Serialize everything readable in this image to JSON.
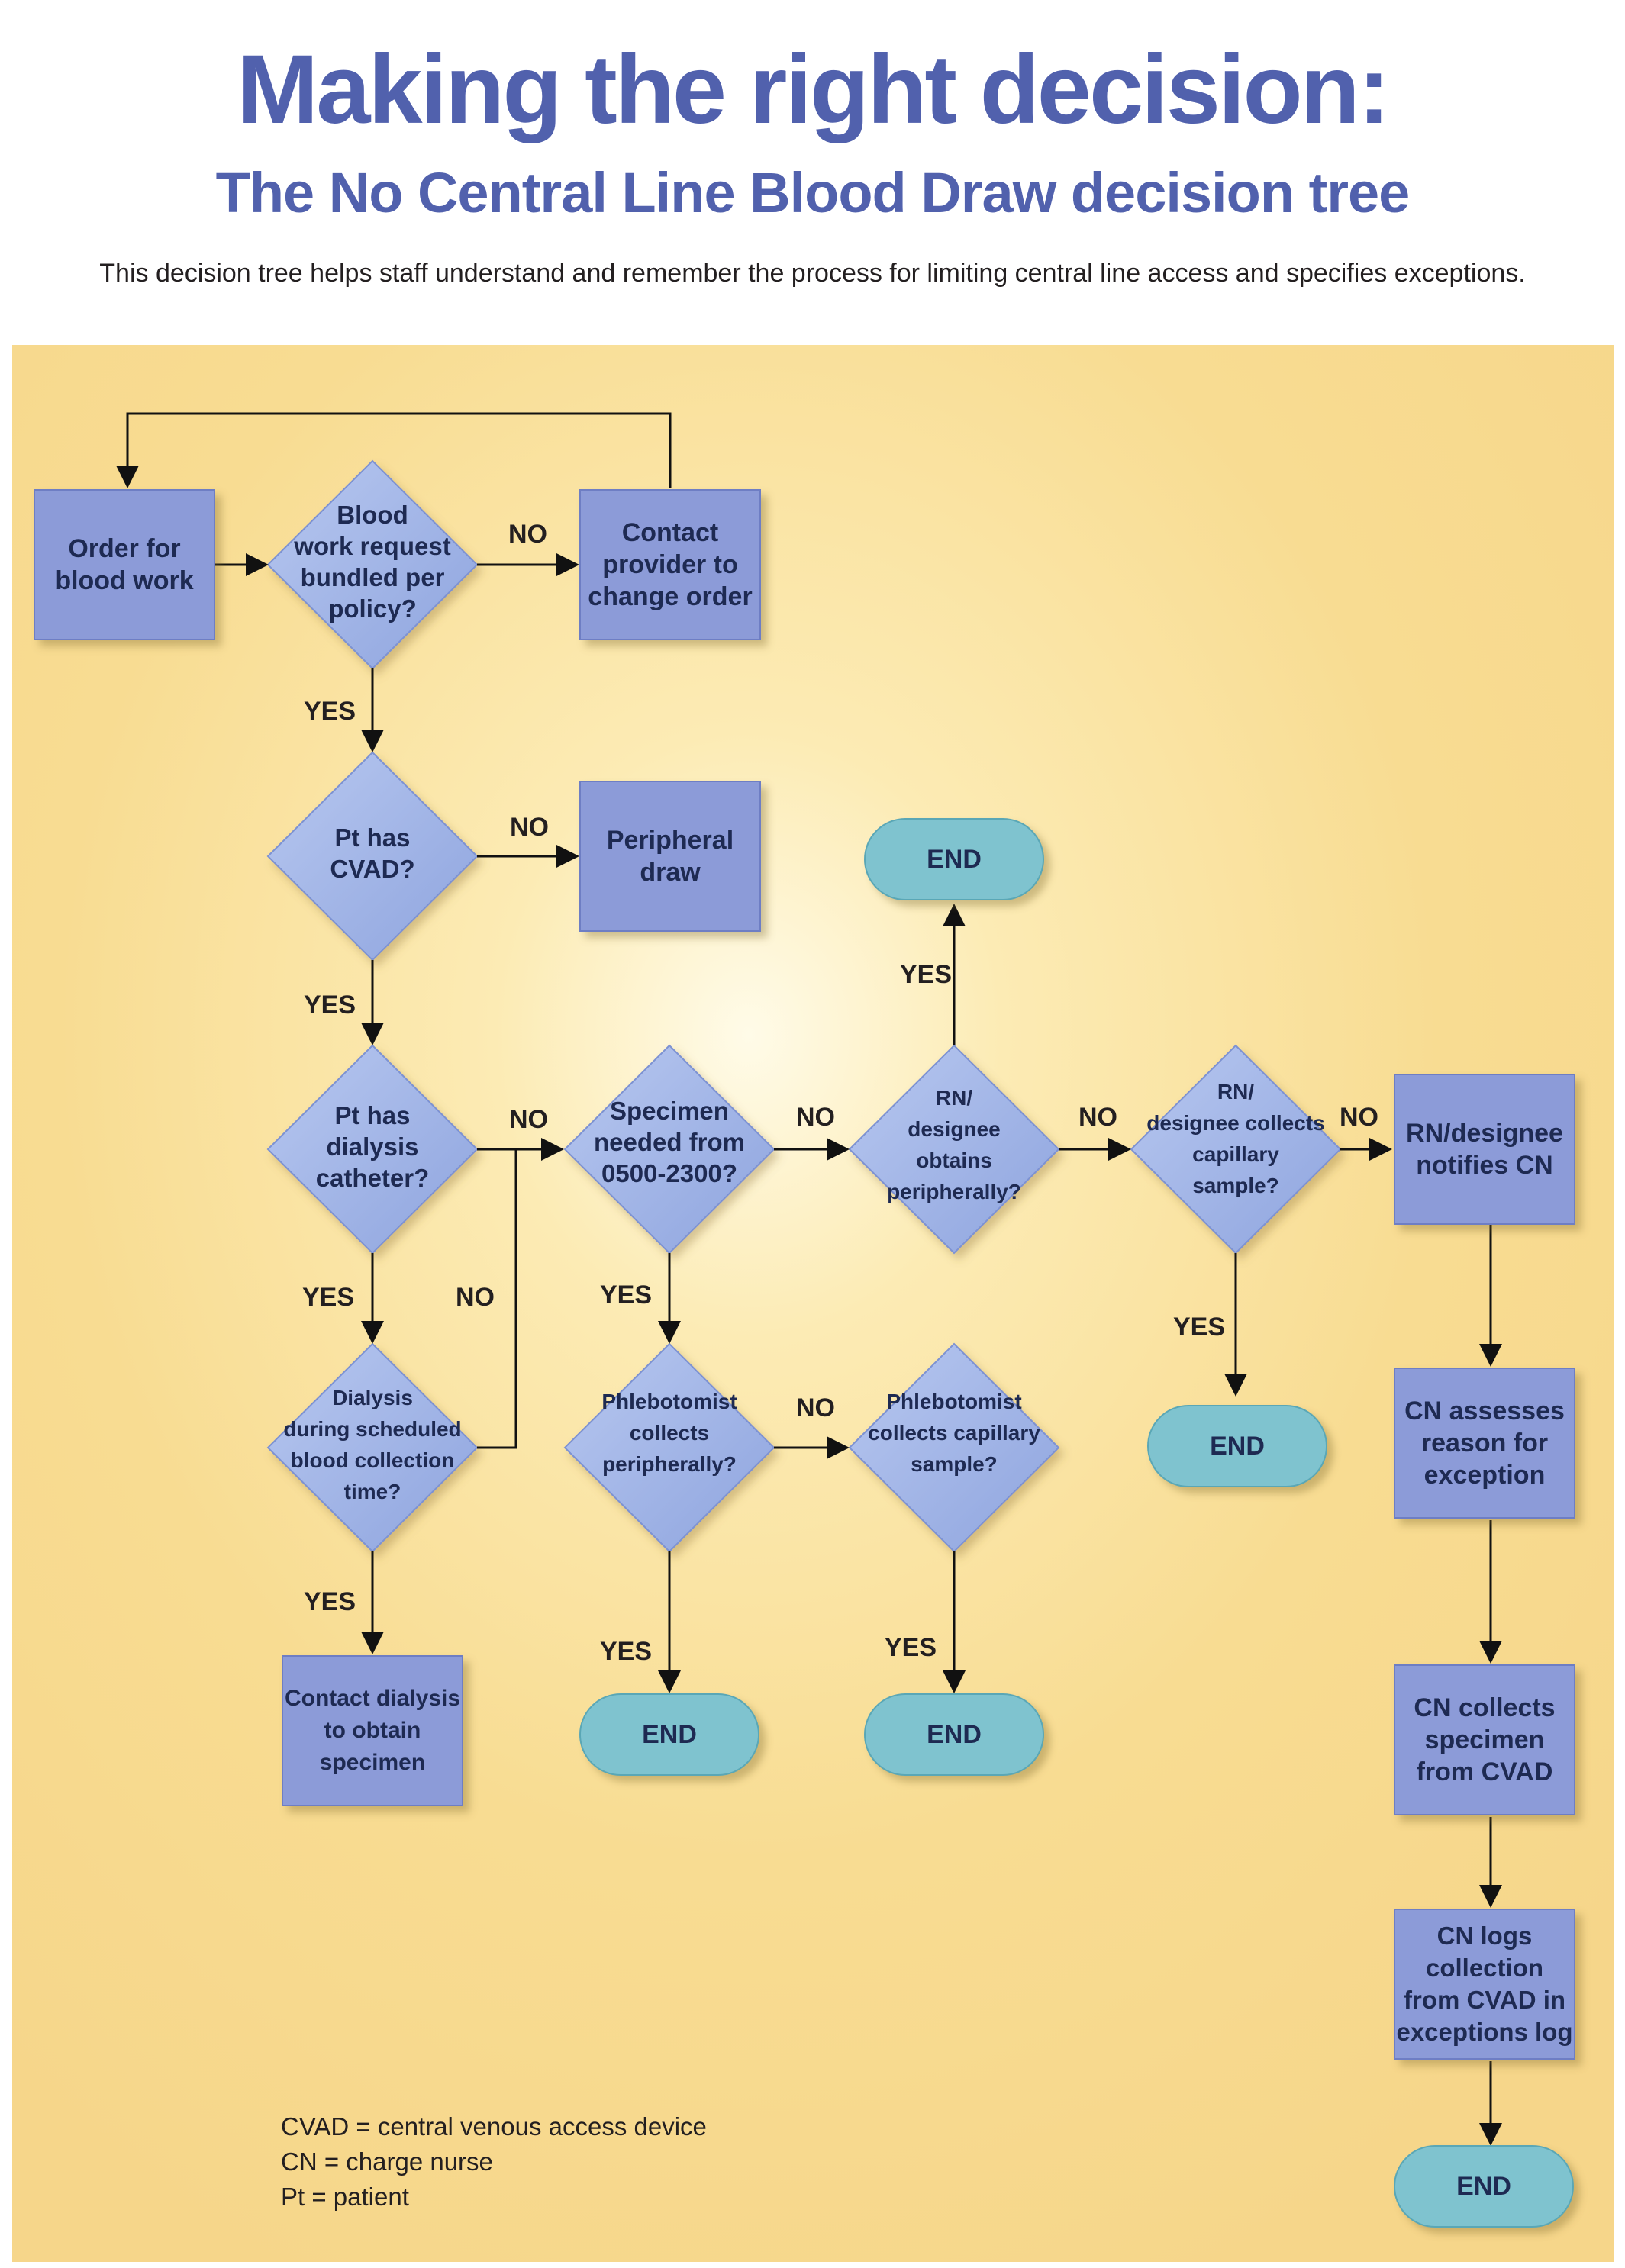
{
  "header": {
    "title": "Making the right decision:",
    "subtitle": "The No Central Line Blood Draw decision tree",
    "intro": "This decision tree helps staff understand and remember the process for limiting central line access and specifies exceptions."
  },
  "nodes": {
    "order": [
      "Order for",
      "blood work"
    ],
    "bundled": [
      "Blood",
      "work request",
      "bundled per",
      "policy?"
    ],
    "contact_provider": [
      "Contact",
      "provider to",
      "change order"
    ],
    "cvad": [
      "Pt has",
      "CVAD?"
    ],
    "peripheral": [
      "Peripheral",
      "draw"
    ],
    "dialysis_cath": [
      "Pt has",
      "dialysis",
      "catheter?"
    ],
    "specimen": [
      "Specimen",
      "needed from",
      "0500-2300?"
    ],
    "rn_periph": [
      "RN/",
      "designee",
      "obtains",
      "peripherally?"
    ],
    "rn_cap": [
      "RN/",
      "designee collects",
      "capillary",
      "sample?"
    ],
    "rn_notify": [
      "RN/designee",
      "notifies CN"
    ],
    "dialysis_time": [
      "Dialysis",
      "during scheduled",
      "blood collection",
      "time?"
    ],
    "phleb_periph": [
      "Phlebotomist",
      "collects",
      "peripherally?"
    ],
    "phleb_cap": [
      "Phlebotomist",
      "collects capillary",
      "sample?"
    ],
    "cn_assess": [
      "CN assesses",
      "reason for",
      "exception"
    ],
    "contact_dialysis": [
      "Contact dialysis",
      "to obtain",
      "specimen"
    ],
    "cn_collect": [
      "CN collects",
      "specimen",
      "from CVAD"
    ],
    "cn_log": [
      "CN logs",
      "collection",
      "from CVAD in",
      "exceptions log"
    ]
  },
  "end_label": "END",
  "edge_labels": {
    "yes": "YES",
    "no": "NO"
  },
  "legend": [
    "CVAD = central venous access device",
    "CN = charge nurse",
    "Pt = patient"
  ],
  "colors": {
    "title": "#5161ad",
    "box_fill": "#8c9bd8",
    "diamond_fill": "#9fb4e6",
    "end_fill": "#7fc3cf",
    "panel": "#f8dc92"
  }
}
